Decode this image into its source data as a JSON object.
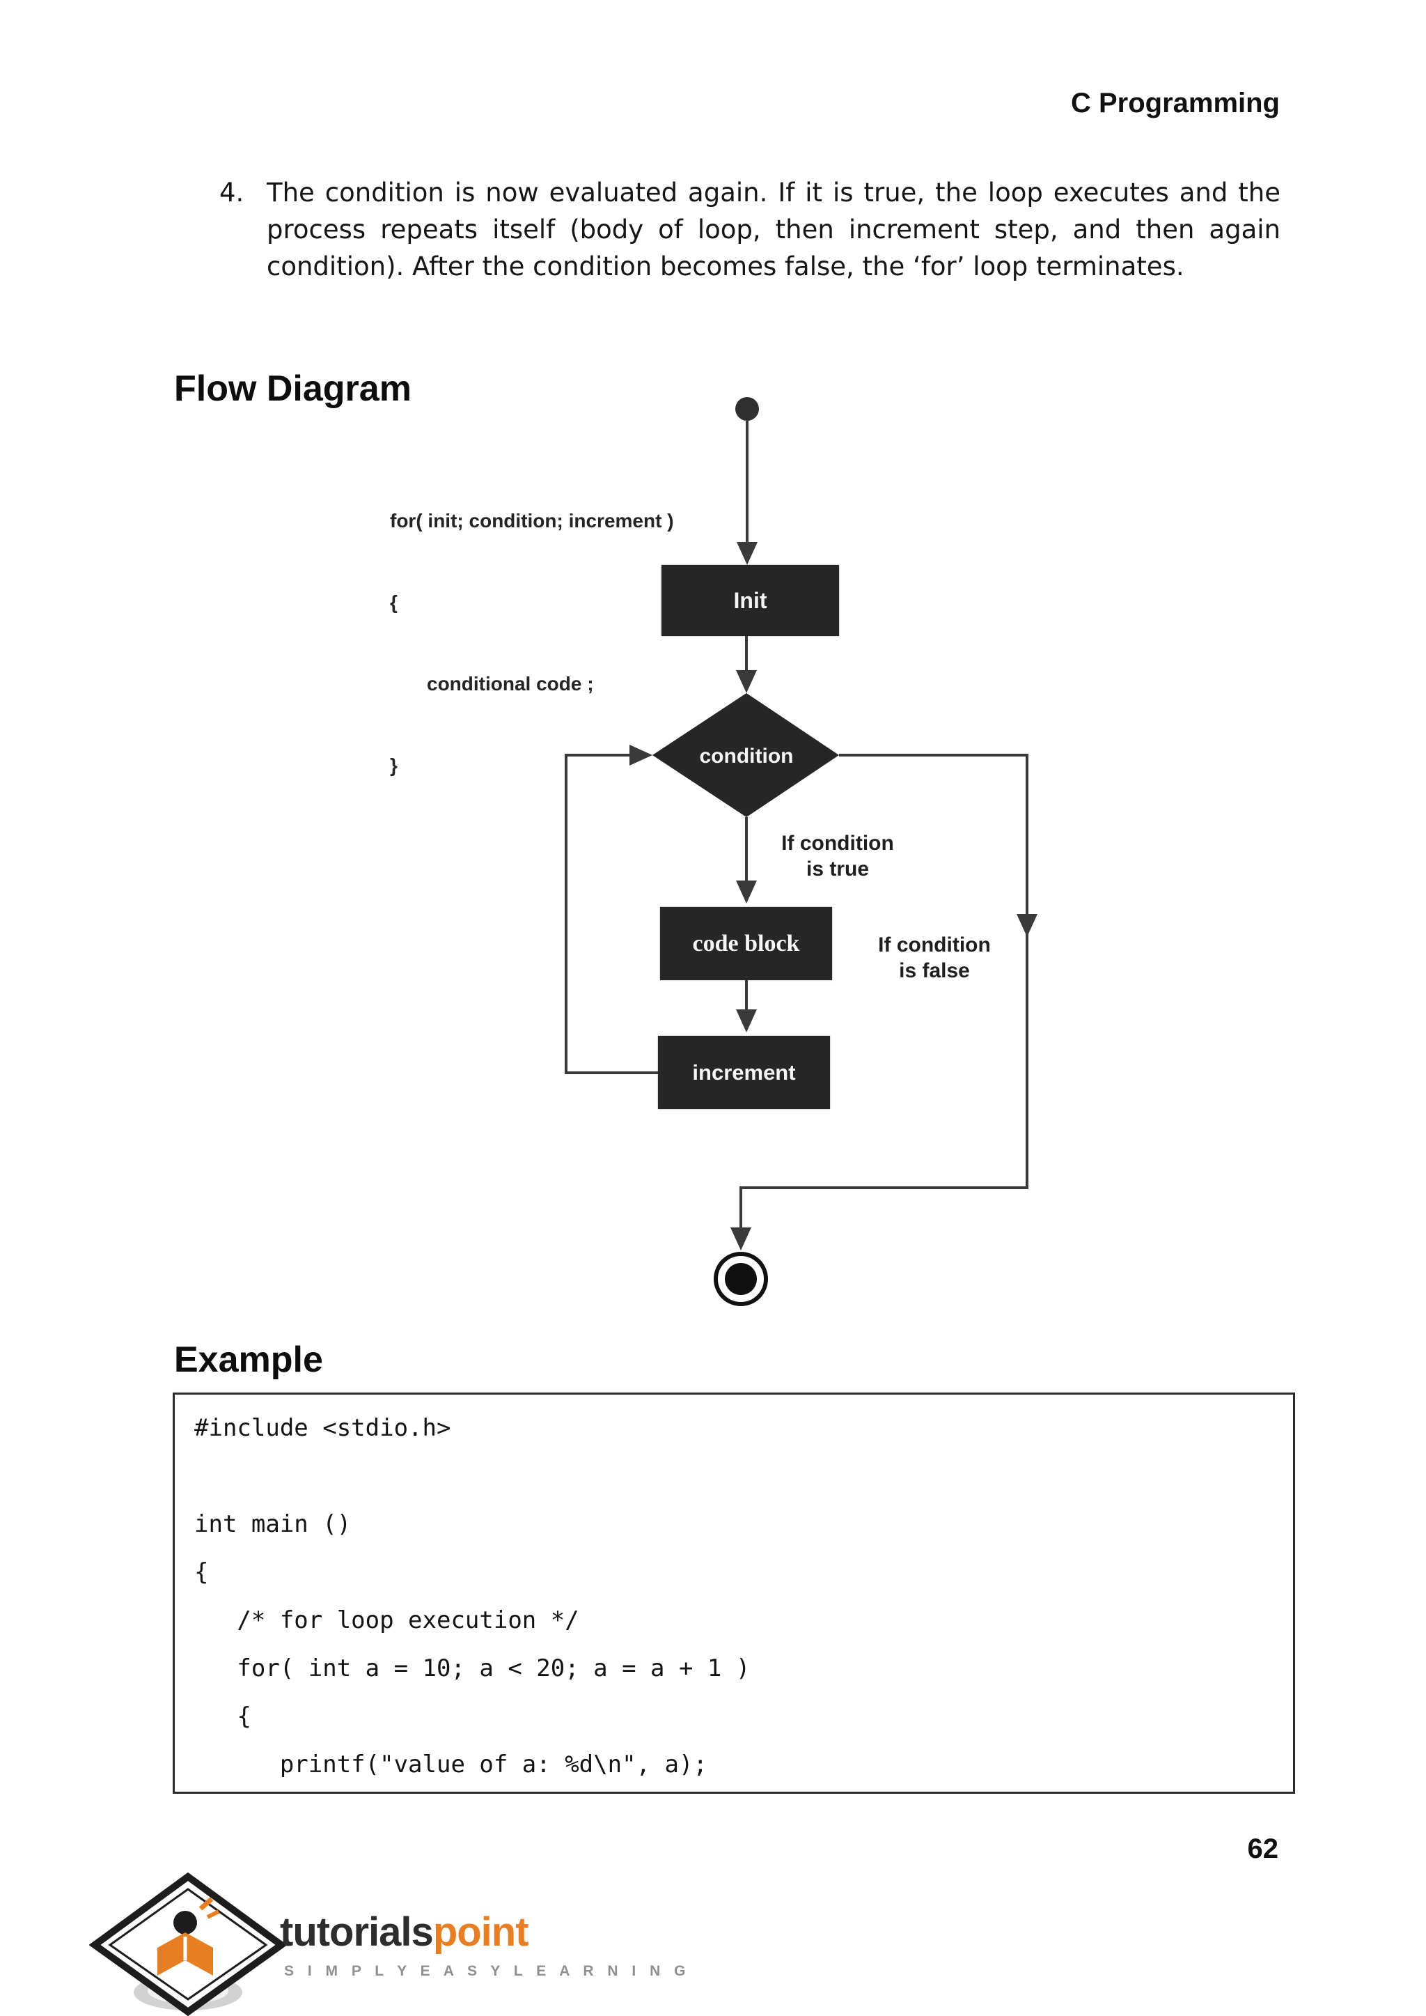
{
  "page": {
    "header": "C Programming",
    "page_number": "62"
  },
  "list_item": {
    "number": "4.",
    "text": "The condition is now evaluated again. If it is true, the loop executes and the process repeats itself (body of loop, then increment step, and then again condition). After the condition becomes false, the ‘for’ loop terminates."
  },
  "sections": {
    "flow_diagram_heading": "Flow Diagram",
    "example_heading": "Example"
  },
  "diagram": {
    "code_snippet": {
      "line1": "for( init; condition; increment )",
      "line2": "{",
      "line3": "conditional code ;",
      "line4": "}"
    },
    "nodes": {
      "init": "Init",
      "condition": "condition",
      "code_block": "code block",
      "increment": "increment"
    },
    "labels": {
      "true_line1": "If condition",
      "true_line2": "is true",
      "false_line1": "If condition",
      "false_line2": "is false"
    },
    "colors": {
      "node_fill": "#262626",
      "line": "#3a3a3a"
    }
  },
  "code_example": {
    "lines": [
      "#include <stdio.h>",
      "",
      "int main ()",
      "{",
      "   /* for loop execution */",
      "   for( int a = 10; a < 20; a = a + 1 )",
      "   {",
      "      printf(\"value of a: %d\\n\", a);"
    ]
  },
  "logo": {
    "brand_black": "tutorials",
    "brand_orange": "point",
    "tagline": "S I M P L Y E A S Y L E A R N I N G",
    "orange": "#e87e24"
  }
}
